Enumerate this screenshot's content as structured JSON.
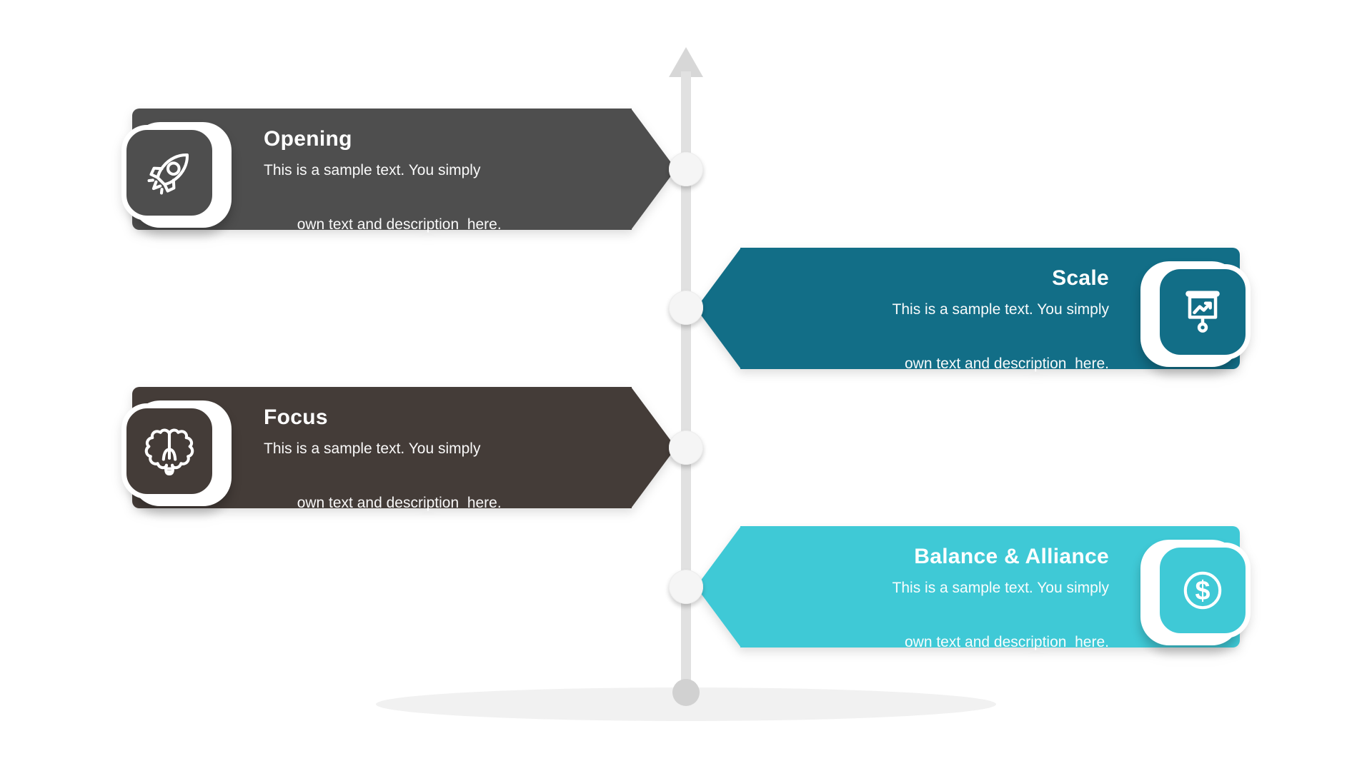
{
  "background_color": "#ffffff",
  "timeline": {
    "line_color": "#e1e1e1",
    "arrow_color": "#d7d7d7",
    "node_color": "#f5f5f5",
    "end_dot_color": "#d1d1d1",
    "floor_shadow_color": "#f1f1f1"
  },
  "items": [
    {
      "title": "Opening",
      "description_line1": "This is a sample text. You simply",
      "description_line2": "own text and description  here.",
      "side": "left",
      "color": "#4e4e4e",
      "icon": "rocket-icon"
    },
    {
      "title": "Scale",
      "description_line1": "This is a sample text. You simply",
      "description_line2": "own text and description  here.",
      "side": "right",
      "color": "#126e87",
      "icon": "presentation-chart-icon"
    },
    {
      "title": "Focus",
      "description_line1": "This is a sample text. You simply",
      "description_line2": "own text and description  here.",
      "side": "left",
      "color": "#443c38",
      "icon": "brain-icon"
    },
    {
      "title": "Balance & Alliance",
      "description_line1": "This is a sample text. You simply",
      "description_line2": "own text and description  here.",
      "side": "right",
      "color": "#3fc9d6",
      "icon": "dollar-coin-icon"
    }
  ]
}
